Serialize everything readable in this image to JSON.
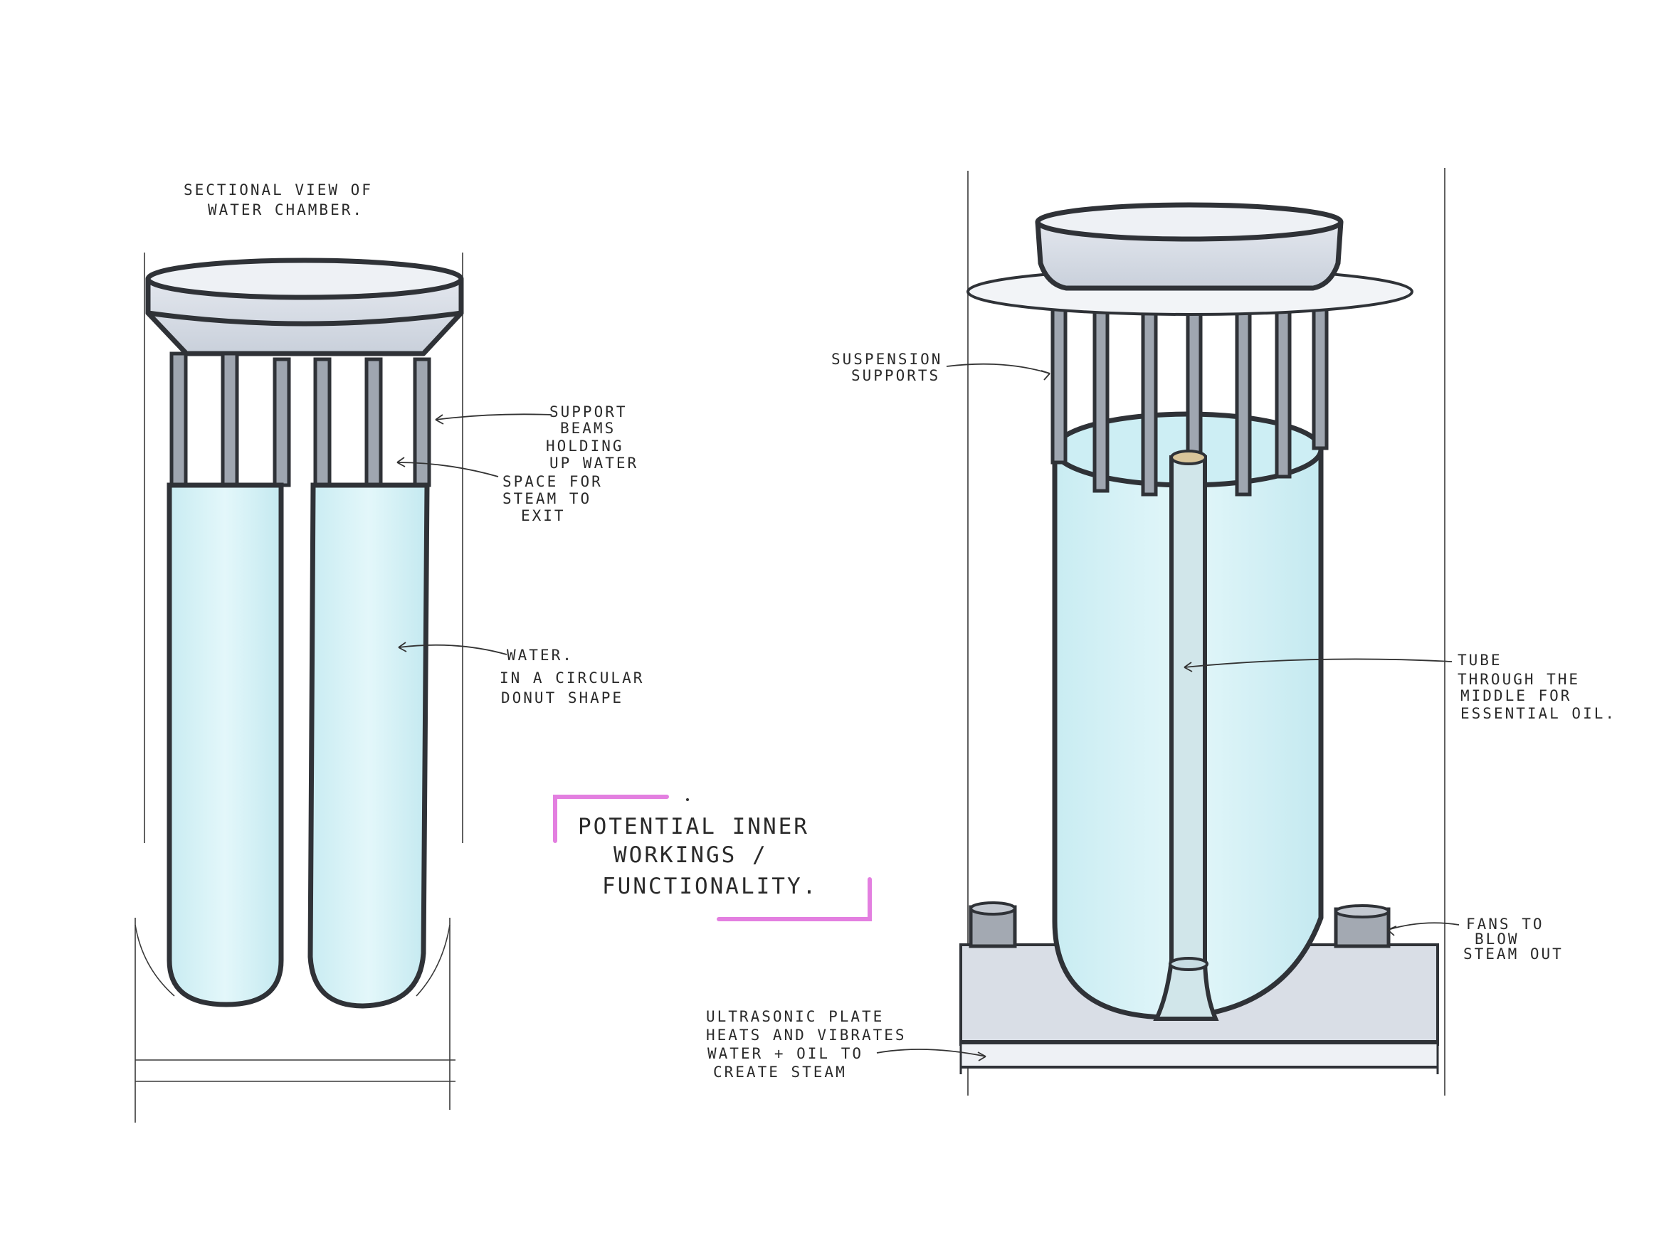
{
  "title": {
    "lines": [
      "POTENTIAL  INNER",
      "WORKINGS /",
      "FUNCTIONALITY."
    ]
  },
  "left_view": {
    "heading": [
      "SECTIONAL VIEW OF",
      "WATER CHAMBER."
    ],
    "labels": {
      "support_beams": [
        "SUPPORT",
        "BEAMS",
        "HOLDING",
        "UP WATER"
      ],
      "steam_space": [
        "SPACE FOR",
        "STEAM TO",
        "EXIT"
      ],
      "water": [
        "WATER.",
        "IN A CIRCULAR",
        "DONUT SHAPE"
      ]
    }
  },
  "right_view": {
    "labels": {
      "suspension": [
        "SUSPENSION",
        "SUPPORTS"
      ],
      "tube": [
        "TUBE",
        "THROUGH THE",
        "MIDDLE FOR",
        "ESSENTIAL OIL."
      ],
      "fans": [
        "FANS TO",
        "BLOW",
        "STEAM OUT"
      ],
      "plate": [
        "ULTRASONIC PLATE",
        "HEATS AND VIBRATES",
        "WATER + OIL TO",
        "CREATE STEAM"
      ]
    }
  },
  "colors": {
    "ink": "#2f3237",
    "water": "#d4f0f5",
    "steel": "#d5dbe4",
    "steel_dark": "#9ea4ad",
    "accent": "#e37fe0"
  }
}
